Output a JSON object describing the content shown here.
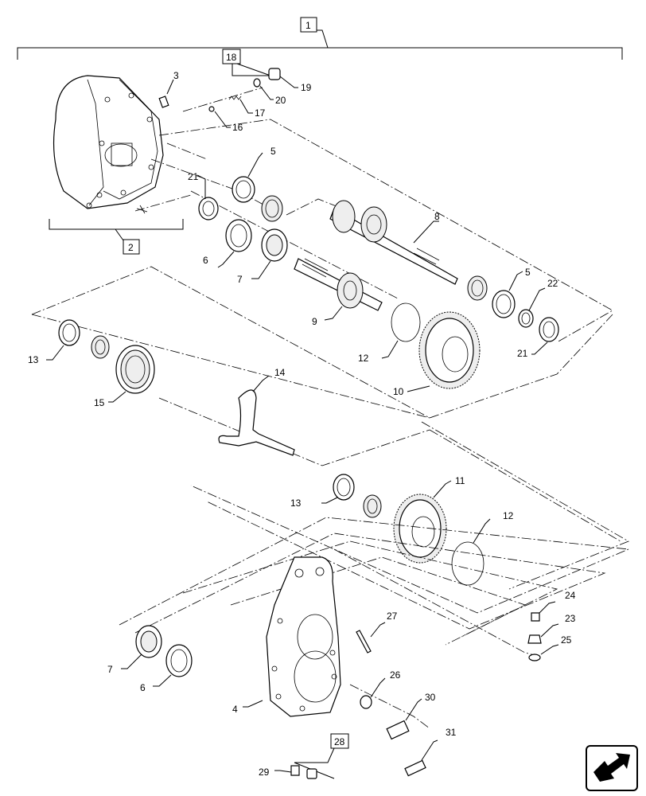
{
  "diagram": {
    "labels": {
      "l1": "1",
      "l2": "2",
      "l3": "3",
      "l4": "4",
      "l5a": "5",
      "l5b": "5",
      "l6a": "6",
      "l6b": "6",
      "l7a": "7",
      "l7b": "7",
      "l8": "8",
      "l9": "9",
      "l10": "10",
      "l11": "11",
      "l12a": "12",
      "l12b": "12",
      "l13a": "13",
      "l13b": "13",
      "l14": "14",
      "l15": "15",
      "l16": "16",
      "l17": "17",
      "l18": "18",
      "l19": "19",
      "l20": "20",
      "l21a": "21",
      "l21b": "21",
      "l22": "22",
      "l23": "23",
      "l24": "24",
      "l25": "25",
      "l26": "26",
      "l27": "27",
      "l28": "28",
      "l29": "29",
      "l30": "30",
      "l31": "31"
    },
    "nav_icon": "next-page-arrow-icon"
  }
}
